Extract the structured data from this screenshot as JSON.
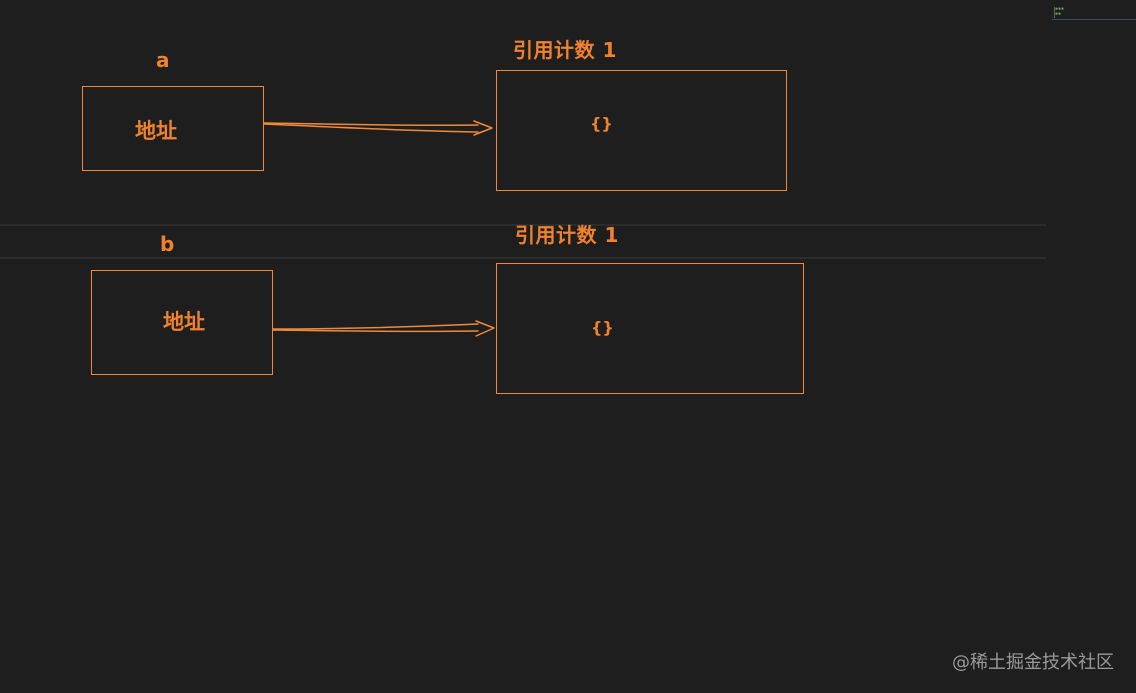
{
  "top": {
    "var_name": "a",
    "address_label": "地址",
    "ref_count_label": "引用计数  1",
    "object_label": "{}"
  },
  "bottom": {
    "var_name": "b",
    "address_label": "地址",
    "ref_count_label": "引用计数  1",
    "object_label": "{}"
  },
  "watermark": "@稀土掘金技术社区",
  "colors": {
    "background": "#1e1e1e",
    "accent": "#f0822f",
    "watermark": "#9a9a9a"
  }
}
